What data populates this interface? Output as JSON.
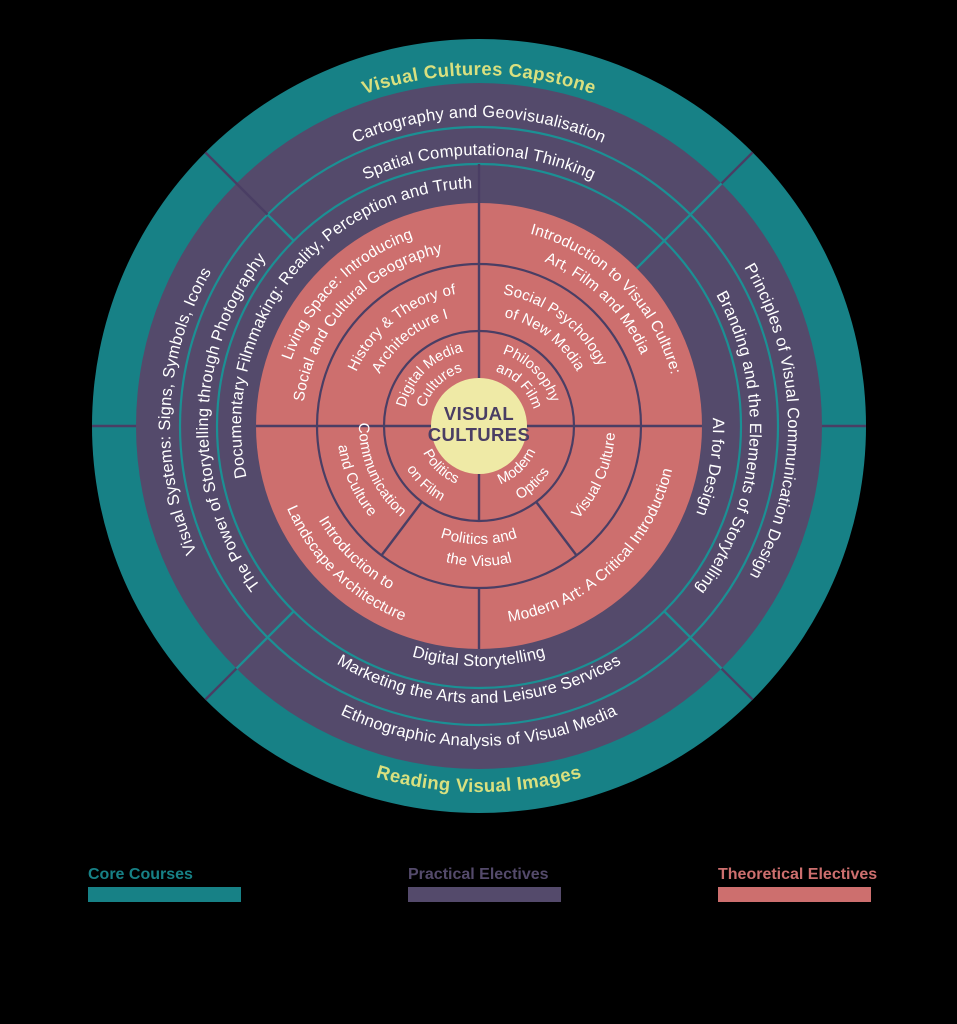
{
  "center": {
    "title_line1": "VISUAL",
    "title_line2": "CULTURES"
  },
  "colors": {
    "background": "#000000",
    "core": "#178186",
    "core_line": "#1B9094",
    "practical": "#544A6B",
    "theoretical": "#CD6F6E",
    "center_bg": "#EFEAA6",
    "capstone_text": "#D9E07F",
    "course_text": "#FFFFFF",
    "divider": "#4A3E64"
  },
  "core_ring": {
    "top": "Visual Cultures Capstone",
    "bottom": "Reading Visual Images"
  },
  "practical_electives": {
    "outer_ring": {
      "top": "Cartography and Geovisualisation",
      "left": "Visual Systems: Signs, Symbols, Icons",
      "right": "Principles of Visual Communication Design",
      "bottom": "Ethnographic Analysis of Visual Media"
    },
    "middle_ring": {
      "top": "Spatial Computational Thinking",
      "left": "The Power of Storytelling through Photography",
      "right": "Branding and the Elements of Storytelling",
      "bottom": "Marketing the Arts and Leisure Services"
    },
    "inner_ring": {
      "top_left": "Documentary Filmmaking: Reality, Perception and Truth",
      "right": "AI for Design",
      "bottom": "Digital Storytelling"
    }
  },
  "theoretical_electives": {
    "outer_ring": {
      "top_left_line1": "Living Space: Introducing",
      "top_left_line2": "Social and Cultural Geography",
      "top_right_line1": "Introduction to Visual Culture:",
      "top_right_line2": "Art, Film and Media",
      "bottom_right": "Modern Art: A Critical Introduction",
      "bottom_left_line1": "Introduction to",
      "bottom_left_line2": "Landscape Architecture"
    },
    "middle_ring": {
      "top_left_line1": "History & Theory of",
      "top_left_line2": "Architecture I",
      "top_right_line1": "Social Psychology",
      "top_right_line2": "of New Media",
      "right": "Visual Culture",
      "bottom_line1": "Politics and",
      "bottom_line2": "the Visual",
      "left_line1": "Communication",
      "left_line2": "and Culture"
    },
    "inner_ring": {
      "top_left_line1": "Digital Media",
      "top_left_line2": "Cultures",
      "top_right_line1": "Philosophy",
      "top_right_line2": "and Film",
      "bottom_right_line1": "Modern",
      "bottom_right_line2": "Optics",
      "bottom_left_line1": "Politics",
      "bottom_left_line2": "on Film"
    }
  },
  "legend": {
    "items": [
      {
        "label": "Core Courses",
        "color": "#178186"
      },
      {
        "label": "Practical Electives",
        "color": "#544A6B"
      },
      {
        "label": "Theoretical Electives",
        "color": "#CD6F6E"
      }
    ]
  }
}
